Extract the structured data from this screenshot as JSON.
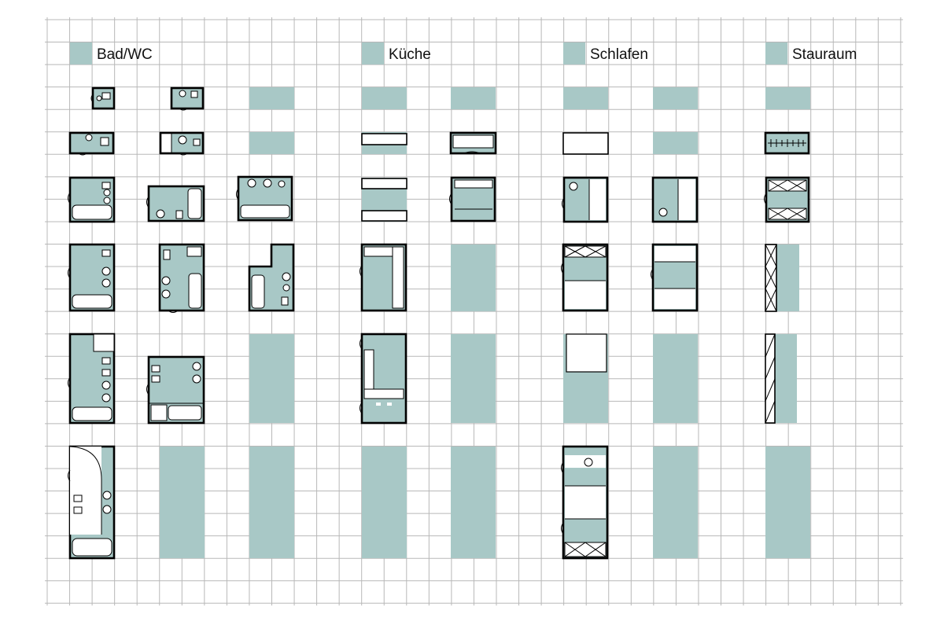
{
  "colors": {
    "background": "#ffffff",
    "grid_line": "#b8b8b8",
    "room_fill": "#a8c8c6",
    "wall": "#000000"
  },
  "legend": [
    {
      "label": "Bad/WC",
      "color": "#a8c8c6"
    },
    {
      "label": "Küche",
      "color": "#a8c8c6"
    },
    {
      "label": "Schlafen",
      "color": "#a8c8c6"
    },
    {
      "label": "Stauraum",
      "color": "#a8c8c6"
    }
  ],
  "grid": {
    "visible": true,
    "columns": 38,
    "rows": 26
  },
  "room_types": [
    "Bad/WC",
    "Küche",
    "Schlafen",
    "Stauraum"
  ]
}
